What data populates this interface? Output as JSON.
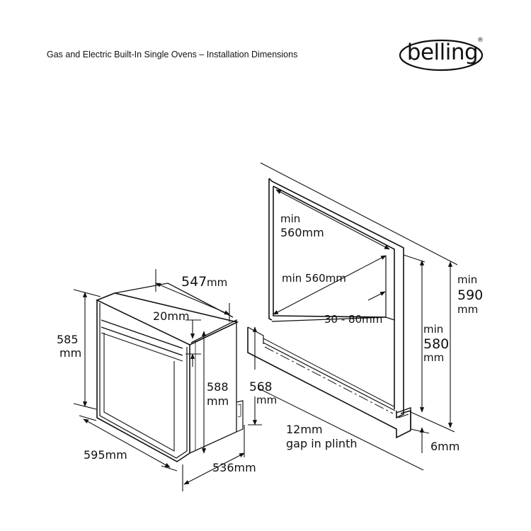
{
  "header": {
    "title": "Gas and Electric Built-In Single Ovens – Installation Dimensions",
    "brand": "belling",
    "registered_mark": "®"
  },
  "dimensions": {
    "oven_height_value": "585",
    "oven_height_unit": "mm",
    "oven_width": "595mm",
    "oven_depth_value": "547",
    "oven_depth_unit": "mm",
    "fascia_thickness": "20mm",
    "body_height_value": "588",
    "body_height_unit": "mm",
    "body_depth": "536mm",
    "cutout_min_depth_label": "min",
    "cutout_min_depth_value": "560mm",
    "cutout_min_width": "min 560mm",
    "rear_gap": "30 - 80mm",
    "plinth_height_value": "568",
    "plinth_height_unit": "mm",
    "plinth_gap_line1": "12mm",
    "plinth_gap_line2": "gap in plinth",
    "opening_height_label": "min",
    "opening_height_value": "580",
    "opening_height_unit": "mm",
    "housing_height_label": "min",
    "housing_height_value": "590",
    "housing_height_unit": "mm",
    "bottom_gap": "6mm"
  }
}
